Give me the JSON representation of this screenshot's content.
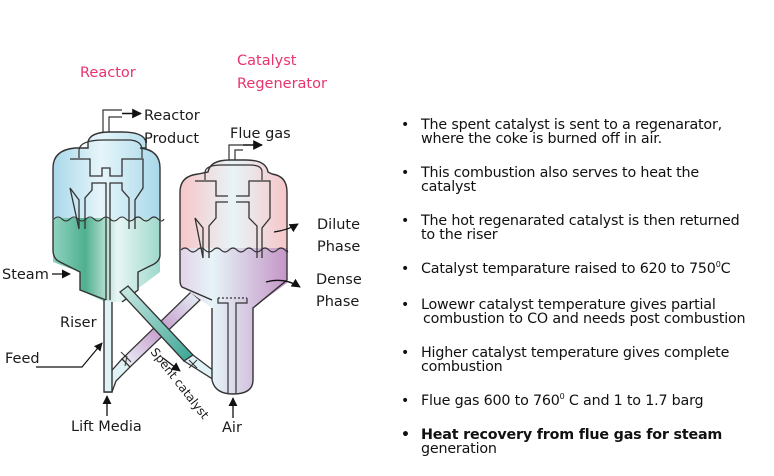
{
  "diagram": {
    "reactor_title": "Reactor",
    "regenerator_title_line1": "Catalyst",
    "regenerator_title_line2": "Regenerator",
    "labels": {
      "reactor_product_line1": "Reactor",
      "reactor_product_line2": "Product",
      "flue_gas": "Flue gas",
      "dilute_phase_line1": "Dilute",
      "dilute_phase_line2": "Phase",
      "dense_phase_line1": "Dense",
      "dense_phase_line2": "Phase",
      "steam": "Steam",
      "riser": "Riser",
      "feed": "Feed",
      "lift_media": "Lift Media",
      "air": "Air",
      "spent_catalyst": "Spent catalyst"
    },
    "colors": {
      "title": "#e8336d",
      "reactor_dilute": "#a9d8ea",
      "reactor_dense": "#5dbb9b",
      "regenerator_dilute": "#f7c6c8",
      "regenerator_dense": "#c79ccc",
      "outline": "#333333"
    }
  },
  "bullets": [
    {
      "line1": "The spent catalyst is sent to a regenarator,",
      "line2": "where the coke is burned off in air.",
      "bold": false
    },
    {
      "line1": "This combustion also serves to heat the",
      "line2": "catalyst",
      "bold": false
    },
    {
      "line1": "The hot regenarated catalyst is then returned",
      "line2": "to the riser",
      "bold": false
    },
    {
      "pre": "Catalyst temparature raised to 620 to 750",
      "sup": "0",
      "post": "C",
      "bold": false
    },
    {
      "line1": "Lowewr catalyst temperature gives partial",
      "line2": "combustion to CO and needs post combustion",
      "bold": false
    },
    {
      "line1": "Higher catalyst temperature gives complete",
      "line2": "combustion",
      "bold": false
    },
    {
      "pre": "Flue gas 600 to 760",
      "sup": "0",
      "post": " C and 1 to 1.7 barg",
      "bold": false
    },
    {
      "line1": "Heat recovery from flue gas for steam",
      "line2": "generation",
      "bold": true
    }
  ],
  "bullet_symbol": "•"
}
